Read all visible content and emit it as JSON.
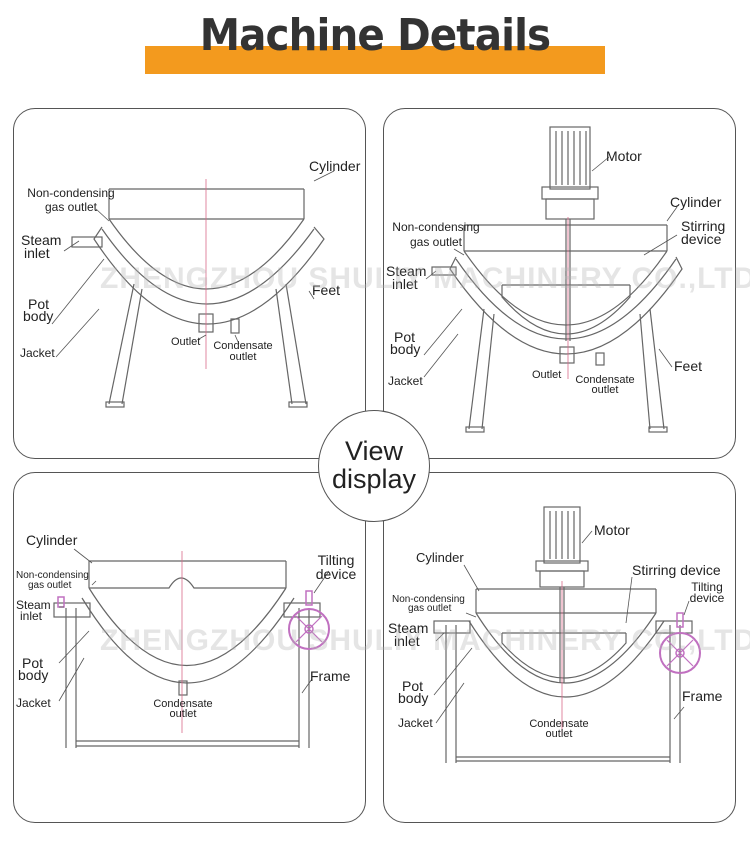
{
  "header": {
    "title": "Machine Details"
  },
  "center": {
    "line1": "View",
    "line2": "display"
  },
  "watermark": "ZHENGZHOU SHULIY MACHINERY CO.,LTD",
  "panel1": {
    "cylinder": "Cylinder",
    "gas_1": "Non-condensing",
    "gas_2": "gas outlet",
    "steam_1": "Steam",
    "steam_2": "inlet",
    "pot_1": "Pot",
    "pot_2": "body",
    "jacket": "Jacket",
    "feet": "Feet",
    "outlet": "Outlet",
    "cond_1": "Condensate",
    "cond_2": "outlet"
  },
  "panel2": {
    "motor": "Motor",
    "cylinder": "Cylinder",
    "stir_1": "Stirring",
    "stir_2": "device",
    "gas_1": "Non-condensing",
    "gas_2": "gas outlet",
    "steam_1": "Steam",
    "steam_2": "inlet",
    "pot_1": "Pot",
    "pot_2": "body",
    "jacket": "Jacket",
    "outlet": "Outlet",
    "cond_1": "Condensate",
    "cond_2": "outlet",
    "feet": "Feet"
  },
  "panel3": {
    "cylinder": "Cylinder",
    "gas_1": "Non-condensing",
    "gas_2": "gas outlet",
    "steam_1": "Steam",
    "steam_2": "inlet",
    "tilt_1": "Tilting",
    "tilt_2": "device",
    "pot_1": "Pot",
    "pot_2": "body",
    "jacket": "Jacket",
    "frame": "Frame",
    "cond_1": "Condensate",
    "cond_2": "outlet"
  },
  "panel4": {
    "motor": "Motor",
    "cylinder": "Cylinder",
    "stir": "Stirring device",
    "gas_1": "Non-condensing",
    "gas_2": "gas outlet",
    "tilt_1": "Tilting",
    "tilt_2": "device",
    "steam_1": "Steam",
    "steam_2": "inlet",
    "pot_1": "Pot",
    "pot_2": "body",
    "frame": "Frame",
    "jacket": "Jacket",
    "cond_1": "Condensate",
    "cond_2": "outlet"
  },
  "colors": {
    "banner": "#f39a1e",
    "valve": "#c070c0",
    "centerline": "#d86a8a"
  }
}
